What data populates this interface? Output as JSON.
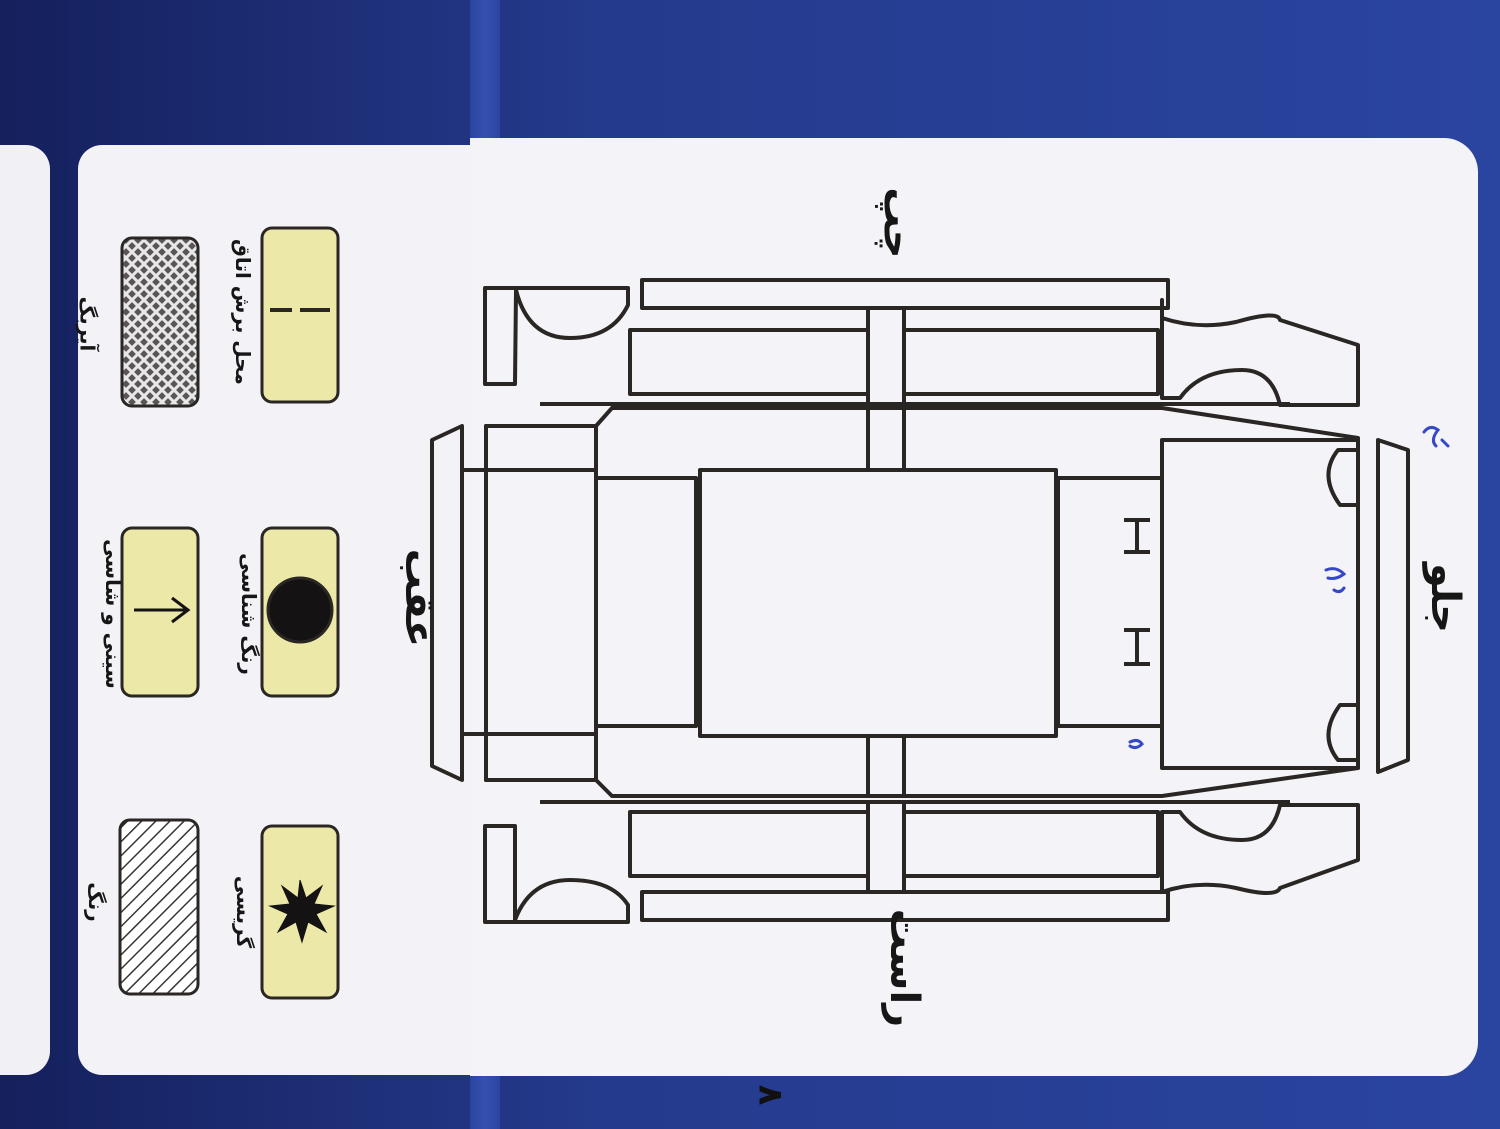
{
  "document": {
    "sides": {
      "front": "جلو",
      "rear": "عقب",
      "right": "راست",
      "left": "چپ"
    },
    "legend": [
      {
        "id": "room-cut",
        "label": "محل برش اتاق",
        "symbol": "dashed-line"
      },
      {
        "id": "airbag",
        "label": "آیربگ",
        "symbol": "crosshatch"
      },
      {
        "id": "chassis-number-paint",
        "label": "رنگ شناسی",
        "symbol": "filled-circle"
      },
      {
        "id": "chassis-nose",
        "label": "سینی و شاسی",
        "symbol": "arrow"
      },
      {
        "id": "scratch",
        "label": "گریسی",
        "symbol": "starburst"
      },
      {
        "id": "paint",
        "label": "رنگ",
        "symbol": "diagonal-hatch"
      }
    ],
    "page_mark": "٨",
    "colors": {
      "background": "#243a8c",
      "panel": "#f4f3f7",
      "legend_fill": "#ece8a8",
      "line": "#2a2624",
      "ink": "#3548c8",
      "footer_text": "#d23a2e"
    }
  }
}
